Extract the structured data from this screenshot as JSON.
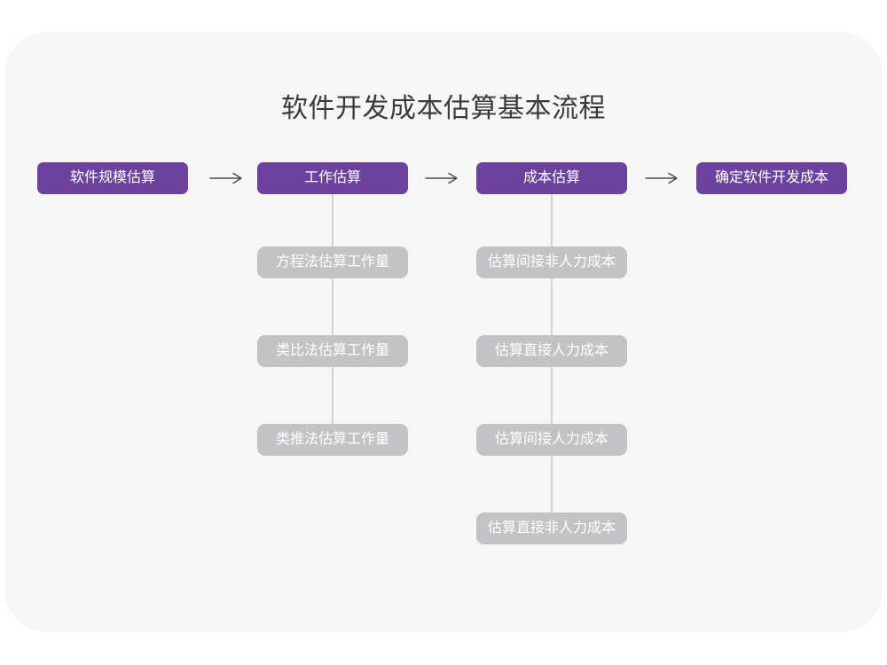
{
  "page": {
    "title": "软件开发成本估算基本流程"
  },
  "colors": {
    "canvas_bg": "#ffffff",
    "card_bg": "#f6f6f7",
    "primary_purple": "#6d429e",
    "gray_node": "#c3c3c5",
    "connector_line": "#d2d2d4",
    "arrow": "#4a4a4a",
    "title_text": "#3a3a3a",
    "node_text": "#ffffff"
  },
  "flow": {
    "main_nodes": [
      {
        "label": "软件规模估算"
      },
      {
        "label": "工作估算"
      },
      {
        "label": "成本估算"
      },
      {
        "label": "确定软件开发成本"
      }
    ],
    "work_estimation_children": [
      {
        "label": "方程法估算工作量"
      },
      {
        "label": "类比法估算工作量"
      },
      {
        "label": "类推法估算工作量"
      }
    ],
    "cost_estimation_children": [
      {
        "label": "估算间接非人力成本"
      },
      {
        "label": "估算直接人力成本"
      },
      {
        "label": "估算间接人力成本"
      },
      {
        "label": "估算直接非人力成本"
      }
    ]
  }
}
